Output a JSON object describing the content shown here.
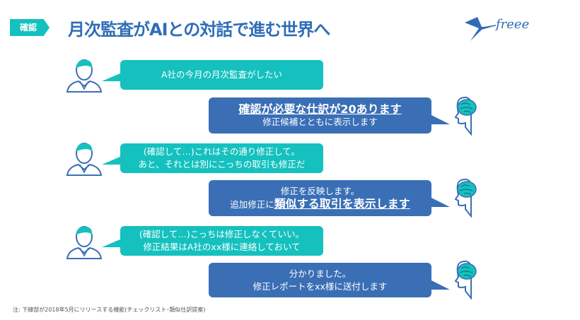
{
  "header": {
    "tag": "確認",
    "title": "月次監査がAIとの対話で進む世界へ",
    "logo_text": "freee"
  },
  "conversation": [
    {
      "speaker": "user",
      "lines": [
        "A社の今月の月次監査がしたい"
      ]
    },
    {
      "speaker": "ai",
      "emphasis": "確認が必要な仕訳が20あります",
      "lines": [
        "修正候補とともに表示します"
      ]
    },
    {
      "speaker": "user",
      "lines": [
        "(確認して…)これはその通り修正して。",
        "あと、それとは別にこっちの取引も修正だ"
      ]
    },
    {
      "speaker": "ai",
      "line1": "修正を反映します。",
      "line2_prefix": "追加修正に",
      "emphasis": "類似する取引を表示します"
    },
    {
      "speaker": "user",
      "lines": [
        "(確認して…)こっちは修正しなくていい。",
        "修正結果はA社のxx様に連絡しておいて"
      ]
    },
    {
      "speaker": "ai",
      "lines": [
        "分かりました。",
        "修正レポートをxx様に送付します"
      ]
    }
  ],
  "footnote": "注: 下線部が2018年5月にリリースする機能(チェックリスト･類似仕訳提案)",
  "colors": {
    "teal": "#14c1be",
    "blue": "#3a6fb6",
    "title": "#2f6db7"
  }
}
